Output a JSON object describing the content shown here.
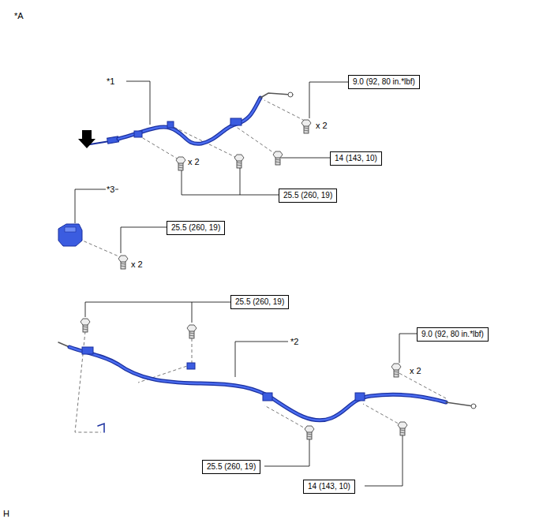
{
  "diagram": {
    "nodes": [
      {
        "text": [
          "9.0 (92, 80 in.*lbf)"
        ]
      },
      {
        "text": [
          "14 (143, 10)"
        ]
      },
      {
        "text": [
          "25.5 (260, 19)"
        ]
      },
      {
        "text": [
          "25.5 (260, 19)"
        ]
      },
      {
        "text": [
          "25.5 (260, 19)"
        ]
      },
      {
        "text": [
          "9.0 (92, 80 in.*lbf)"
        ]
      },
      {
        "text": [
          "25.5 (260, 19)"
        ]
      },
      {
        "text": [
          "14 (143, 10)"
        ]
      }
    ],
    "labels": [
      "*A",
      "*1",
      "x 2",
      "x 2",
      "*3",
      "x 2",
      "*2",
      "x 2",
      "H"
    ]
  }
}
